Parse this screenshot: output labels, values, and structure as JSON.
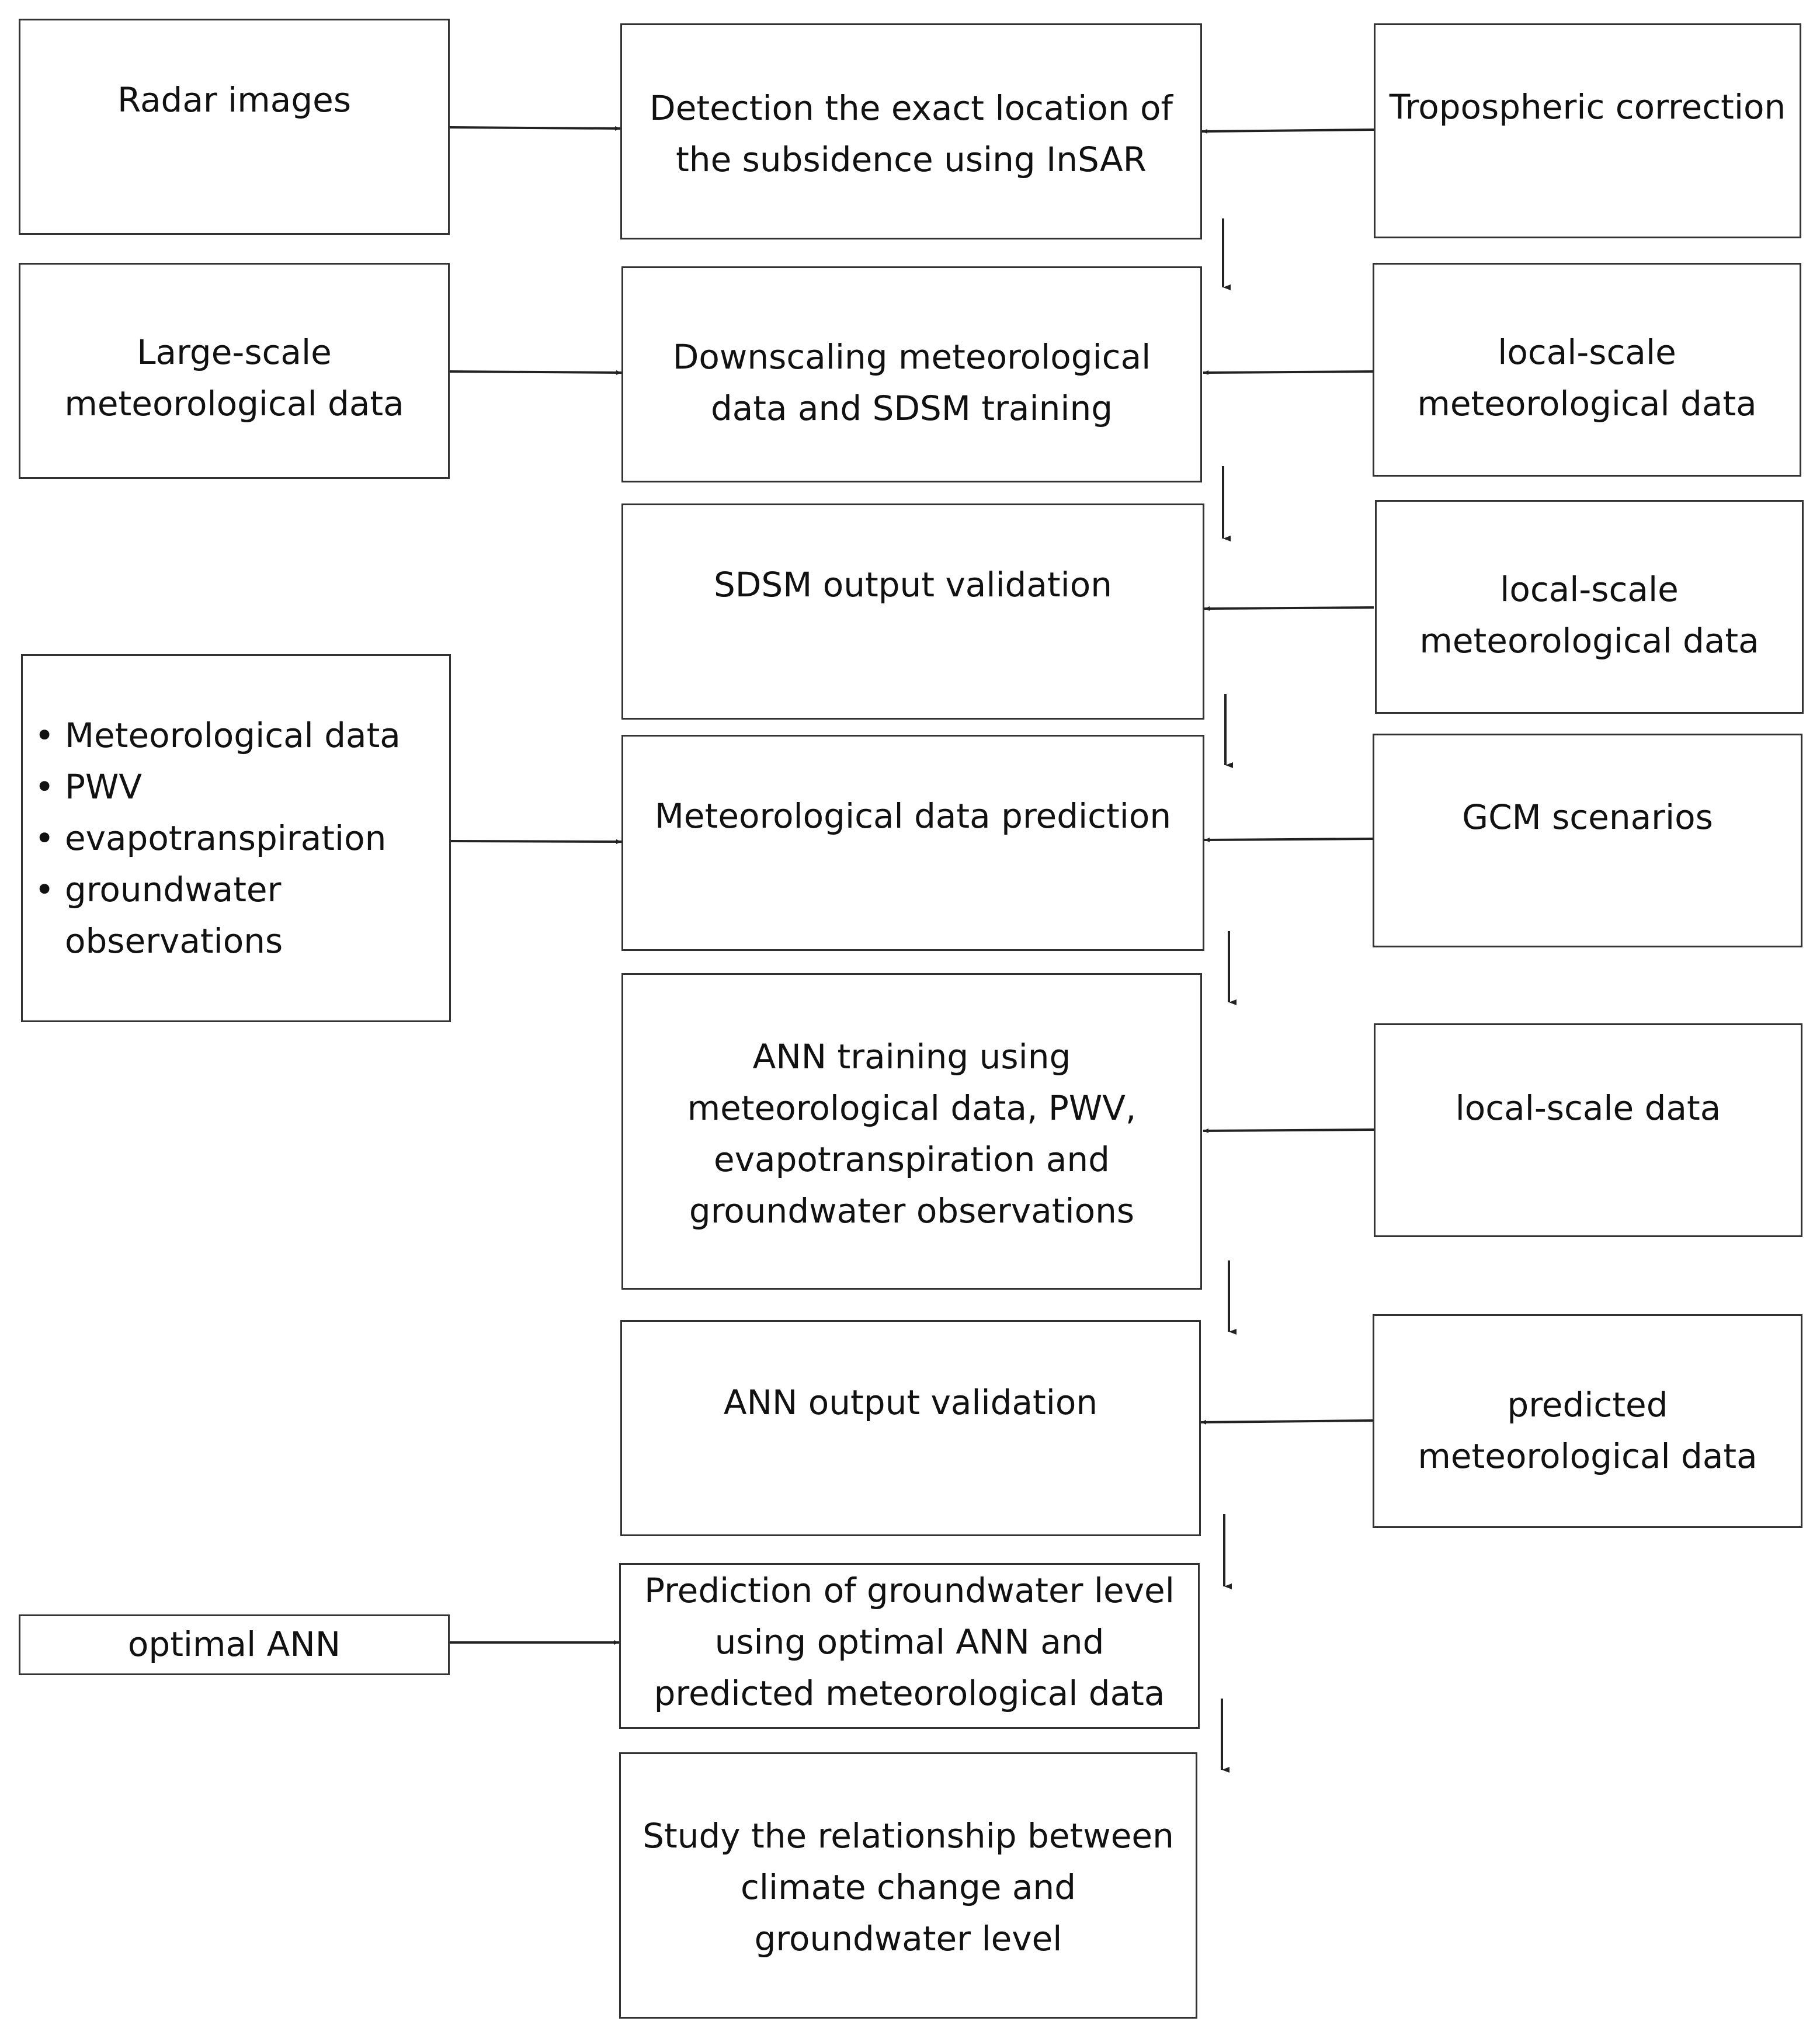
{
  "boxes": {
    "radar_images": "Radar images",
    "detection": [
      "Detection the exact location of",
      "the subsidence using InSAR"
    ],
    "tropospheric": "Tropospheric correction",
    "large_scale": [
      "Large-scale",
      "meteorological data"
    ],
    "downscaling": [
      "Downscaling meteorological",
      "data and SDSM training"
    ],
    "local_scale_1": [
      "local-scale",
      "meteorological data"
    ],
    "sdsm_validation": "SDSM output validation",
    "local_scale_2": [
      "local-scale",
      "meteorological data"
    ],
    "inputs_list": [
      "Meteorological data",
      "PWV",
      "evapotranspiration",
      "groundwater\nobservations"
    ],
    "met_prediction": "Meteorological data prediction",
    "gcm": "GCM scenarios",
    "ann_training": [
      "ANN training using",
      "meteorological data, PWV,",
      "evapotranspiration and",
      "groundwater observations"
    ],
    "local_scale_data": "local-scale data",
    "ann_validation": "ANN output validation",
    "predicted_met": [
      "predicted",
      "meteorological data"
    ],
    "optimal_ann": "optimal ANN",
    "gw_prediction": [
      "Prediction of groundwater level",
      "using optimal ANN and",
      "predicted meteorological data"
    ],
    "study": [
      "Study the relationship between",
      "climate change and",
      "groundwater level"
    ]
  },
  "colors": {
    "border": "#333333",
    "arrow": "#222222",
    "text": "#111111"
  }
}
